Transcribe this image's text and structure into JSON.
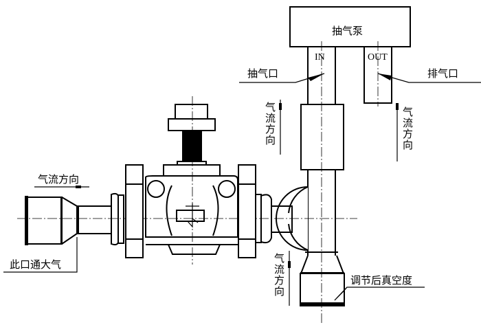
{
  "pump": {
    "label": "抽气泵",
    "in_label": "IN",
    "out_label": "OUT"
  },
  "labels": {
    "suction_port": "抽气口",
    "exhaust_port": "排气口",
    "airflow_left": "气流方向",
    "airflow_upper": "气流方向",
    "airflow_right": "气流方向",
    "airflow_lower": "气流方向",
    "atmosphere_port": "此口通大气",
    "regulated_vacuum": "调节后真空度"
  }
}
